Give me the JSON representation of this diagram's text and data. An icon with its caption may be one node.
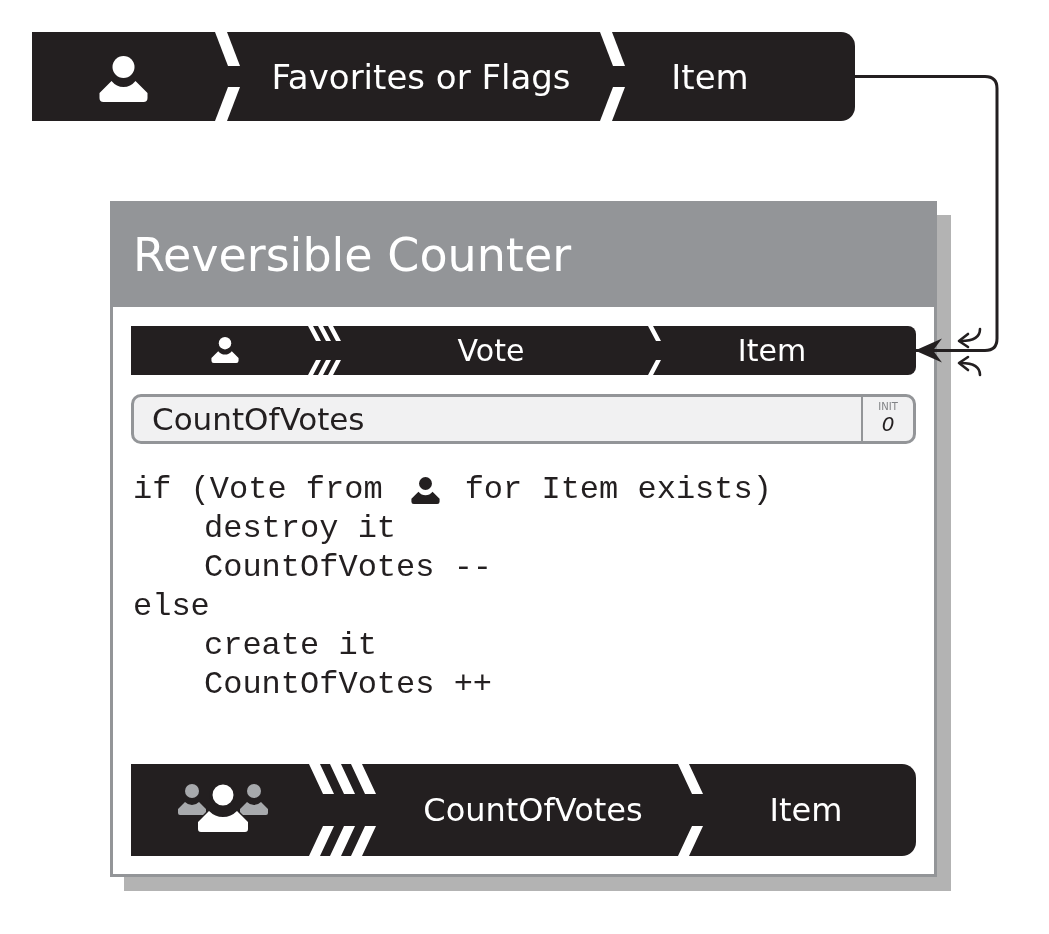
{
  "diagram": {
    "nodes": [
      {
        "text": [
          "Favorites or Flags",
          "Item"
        ]
      },
      {
        "text": [
          "Reversible Counter",
          "if (Vote from",
          "for Item exists)",
          "destroy it",
          "CountOfVotes --",
          "else",
          "create it",
          "CountOfVotes ++"
        ]
      },
      {
        "text": [
          "Vote",
          "Item"
        ],
        "in": 1
      },
      {
        "text": [
          "CountOfVotes"
        ],
        "in": 1
      },
      {
        "text": [
          "INIT",
          "0"
        ],
        "in": 3
      },
      {
        "text": [
          "CountOfVotes",
          "Item"
        ],
        "in": 1
      }
    ],
    "edges": [
      {
        "from": 0,
        "to": 2,
        "arrow": "to"
      }
    ]
  }
}
